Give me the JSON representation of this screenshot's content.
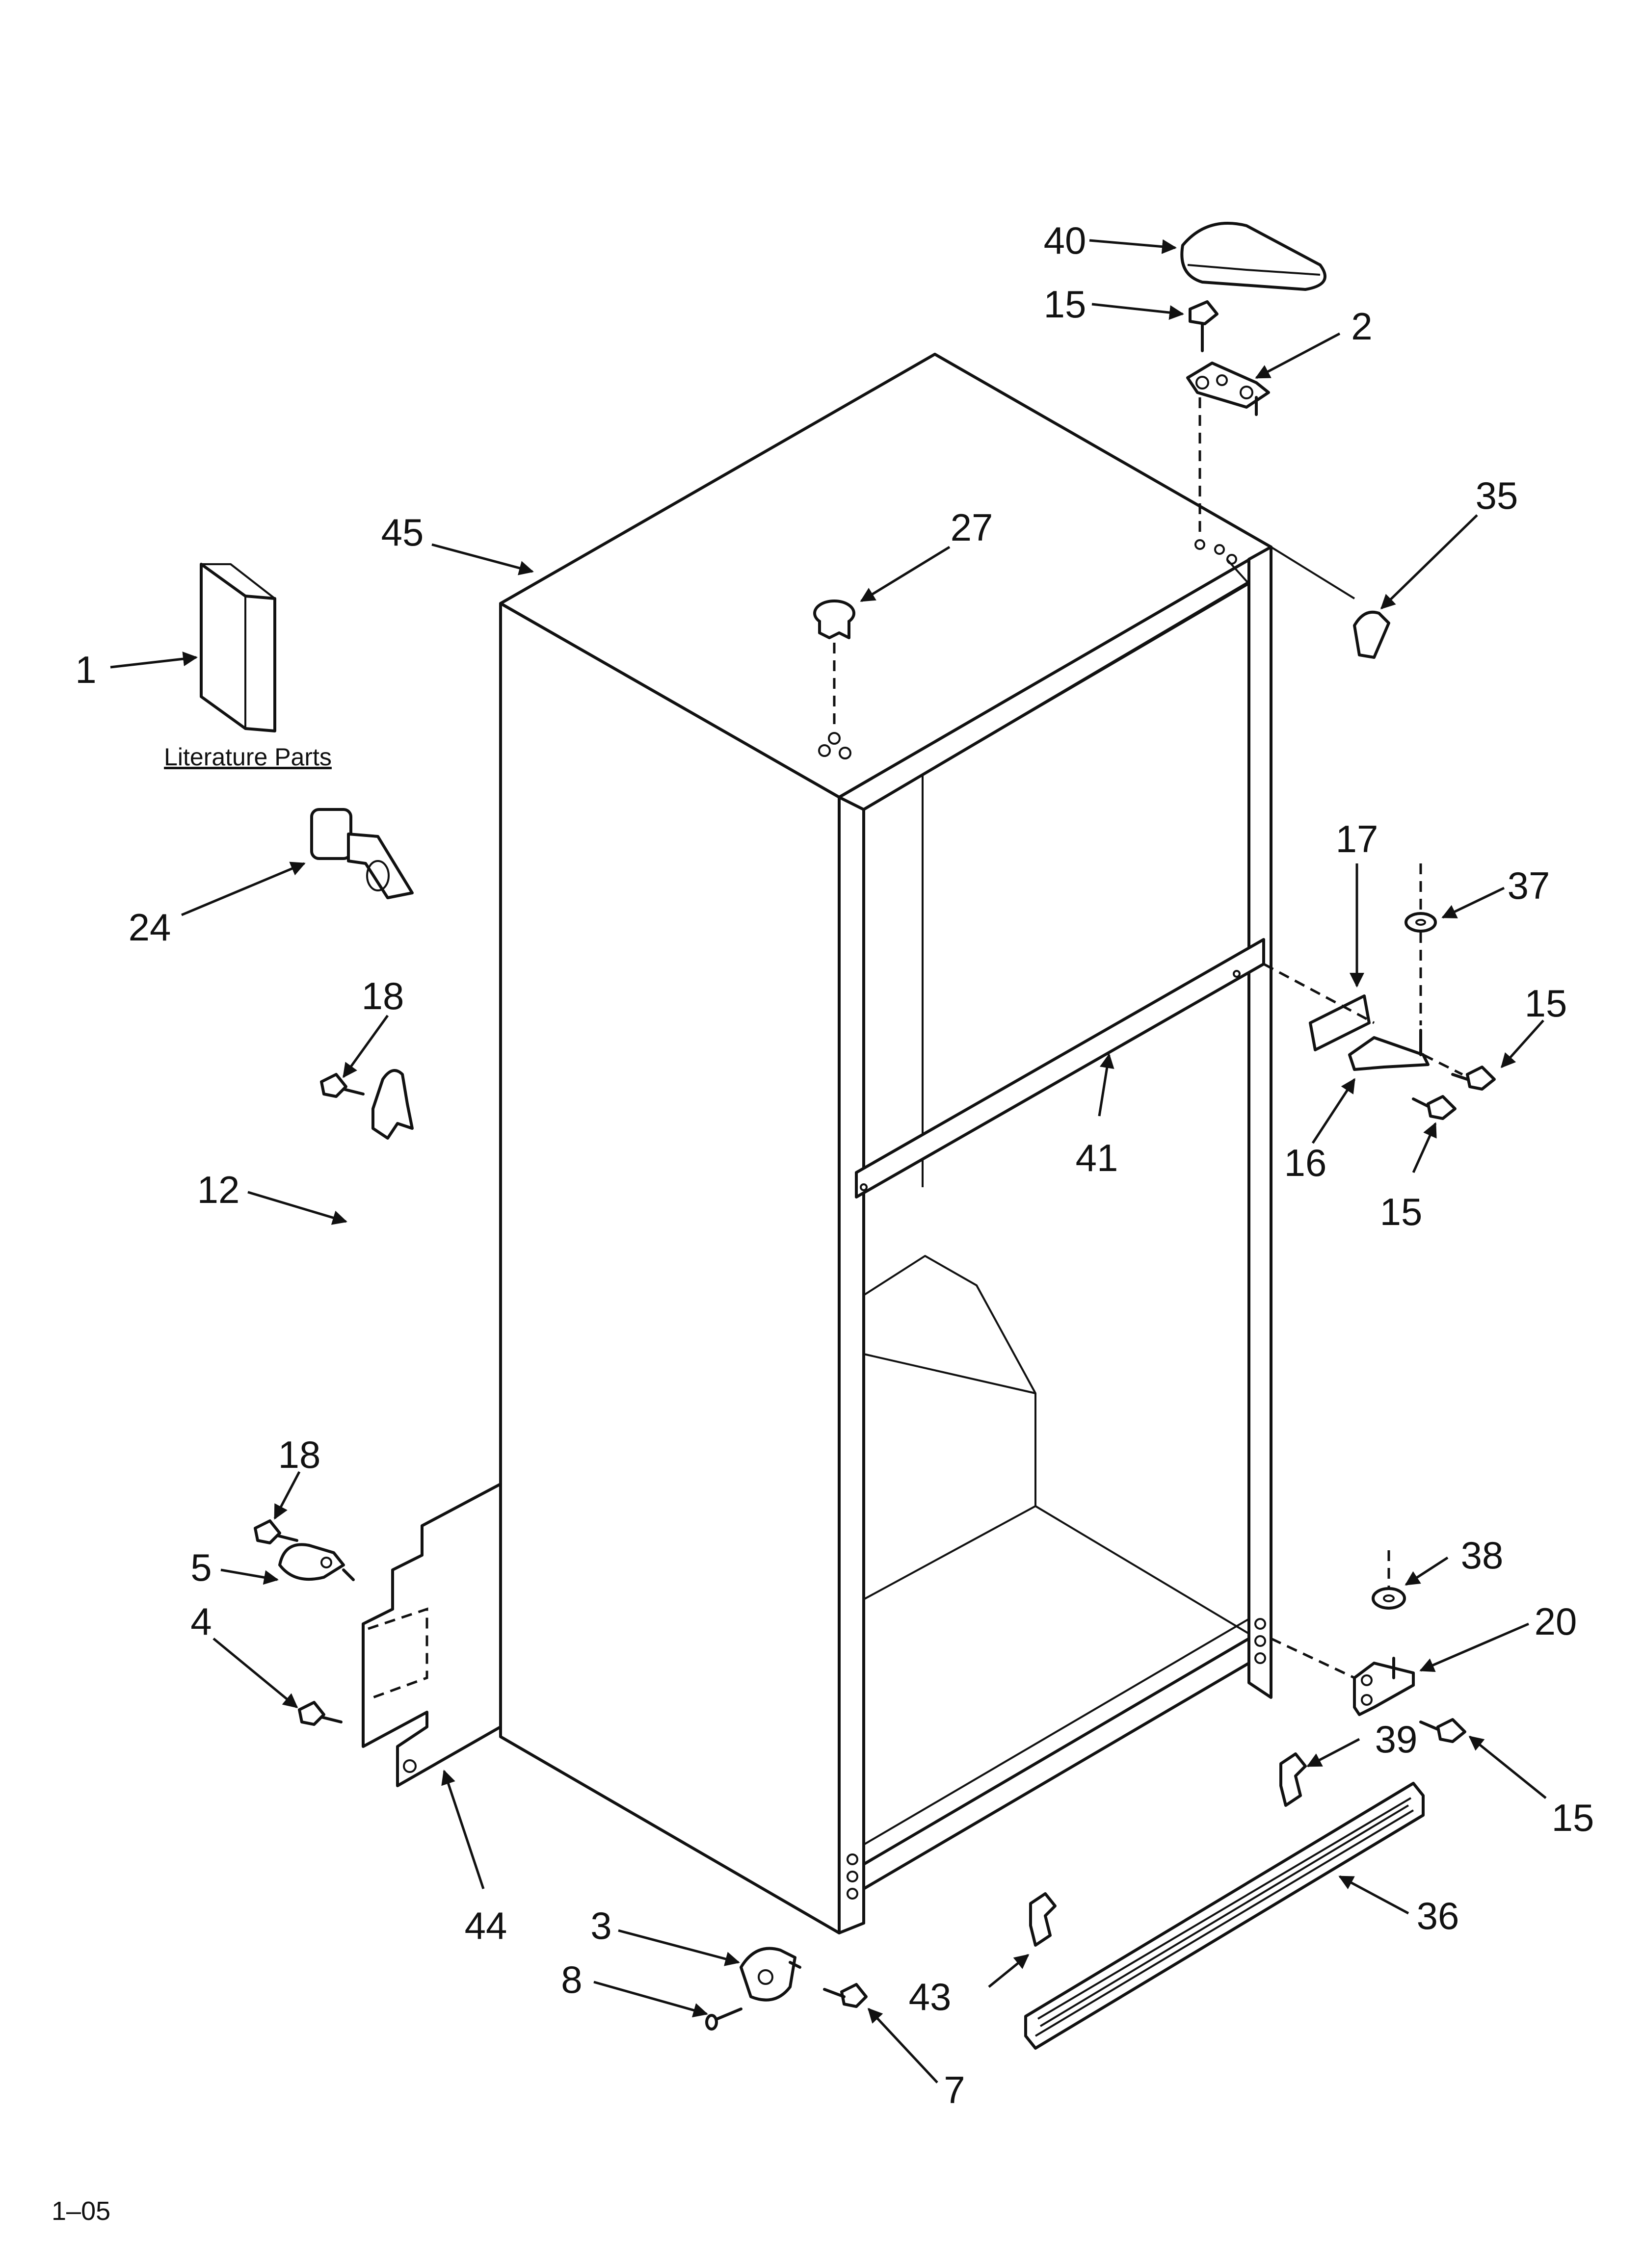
{
  "labels": [
    {
      "id": "p40",
      "text": "40"
    },
    {
      "id": "p15a",
      "text": "15"
    },
    {
      "id": "p2",
      "text": "2"
    },
    {
      "id": "p35",
      "text": "35"
    },
    {
      "id": "p45",
      "text": "45"
    },
    {
      "id": "p27",
      "text": "27"
    },
    {
      "id": "p1",
      "text": "1"
    },
    {
      "id": "p24",
      "text": "24"
    },
    {
      "id": "p17",
      "text": "17"
    },
    {
      "id": "p37",
      "text": "37"
    },
    {
      "id": "p15b",
      "text": "15"
    },
    {
      "id": "p18a",
      "text": "18"
    },
    {
      "id": "p12",
      "text": "12"
    },
    {
      "id": "p41",
      "text": "41"
    },
    {
      "id": "p16",
      "text": "16"
    },
    {
      "id": "p15c",
      "text": "15"
    },
    {
      "id": "p18b",
      "text": "18"
    },
    {
      "id": "p5",
      "text": "5"
    },
    {
      "id": "p38",
      "text": "38"
    },
    {
      "id": "p4",
      "text": "4"
    },
    {
      "id": "p20",
      "text": "20"
    },
    {
      "id": "p39",
      "text": "39"
    },
    {
      "id": "p15d",
      "text": "15"
    },
    {
      "id": "p44",
      "text": "44"
    },
    {
      "id": "p36",
      "text": "36"
    },
    {
      "id": "p3",
      "text": "3"
    },
    {
      "id": "p8",
      "text": "8"
    },
    {
      "id": "p43",
      "text": "43"
    },
    {
      "id": "p7",
      "text": "7"
    }
  ],
  "literature_caption": "Literature Parts",
  "page_code": "1–05"
}
